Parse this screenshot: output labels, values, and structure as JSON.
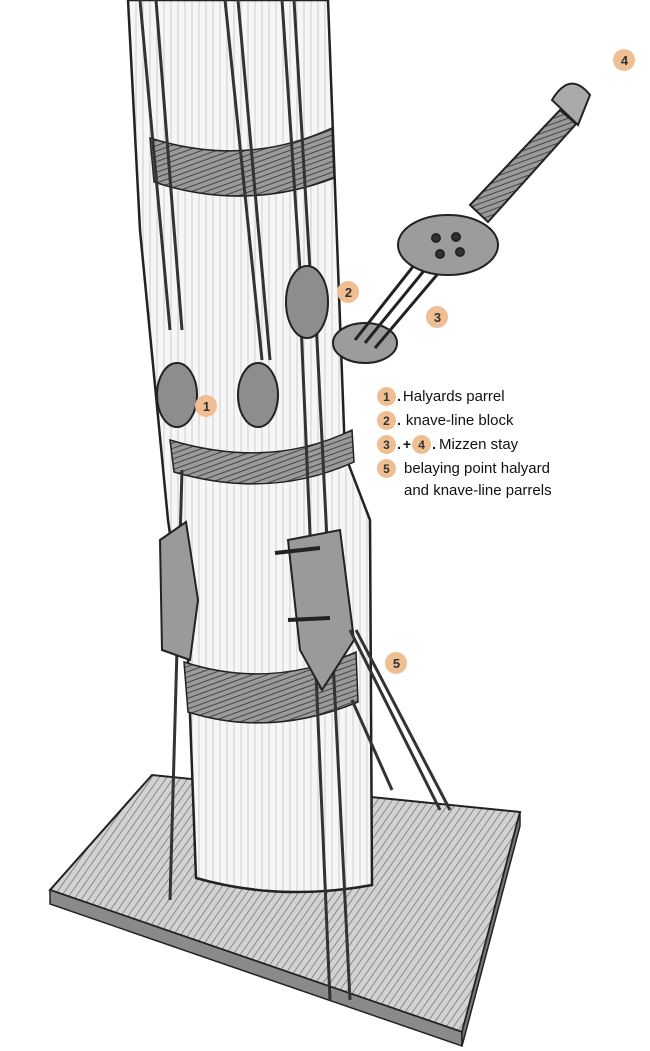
{
  "colors": {
    "badge": "#efbf93",
    "ink": "#2a2a2a",
    "wood": "#f4f4f4",
    "deck": "#cfcfcf"
  },
  "callouts": {
    "c1": "1",
    "c2": "2",
    "c3": "3",
    "c4": "4",
    "c5": "5"
  },
  "legend": {
    "item1": {
      "badge": "1",
      "sep": ".",
      "text": "Halyards parrel"
    },
    "item2": {
      "badge": "2",
      "sep": ".",
      "text": "knave-line block"
    },
    "item3": {
      "badge_a": "3",
      "sep_a": ".",
      "plus": "+",
      "badge_b": "4",
      "sep_b": ".",
      "text": "Mizzen stay"
    },
    "item5": {
      "badge": "5",
      "text": "belaying point halyard",
      "text2": "and knave-line parrels"
    }
  }
}
